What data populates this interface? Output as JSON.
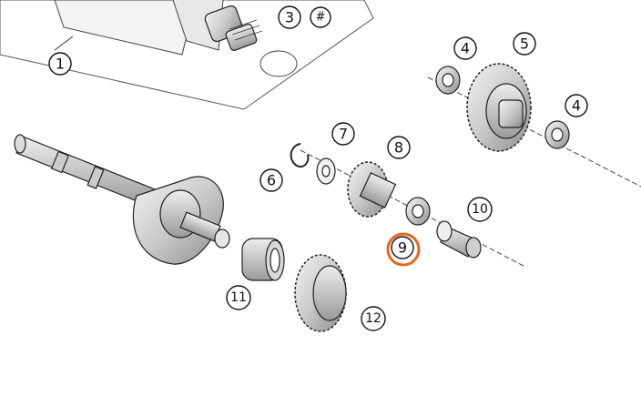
{
  "labels": {
    "l1": "1",
    "l3": "3",
    "lhash": "#",
    "l4a": "4",
    "l5": "5",
    "l4b": "4",
    "l6": "6",
    "l7": "7",
    "l8": "8",
    "l9": "9",
    "l10": "10",
    "l11": "11",
    "l12": "12"
  },
  "highlight": {
    "target": "9",
    "color": "#e8661a"
  }
}
